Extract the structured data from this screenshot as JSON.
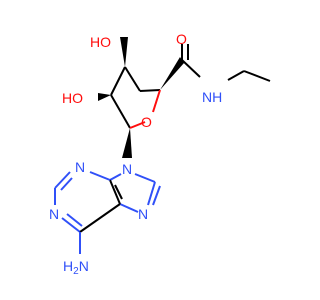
{
  "colors": {
    "carbon": "#000000",
    "nitrogen": "#3050F8",
    "oxygen": "#FF0D0D",
    "background": "#FFFFFF"
  },
  "labels": {
    "hydroxyl_top": "HO",
    "hydroxyl_left": "HO",
    "carbonyl_oxygen": "O",
    "ring_oxygen": "O",
    "amide_nh": "NH",
    "n9": "N",
    "n3": "N",
    "n1": "N",
    "n7": "N",
    "amine_nh2": "H2N"
  }
}
